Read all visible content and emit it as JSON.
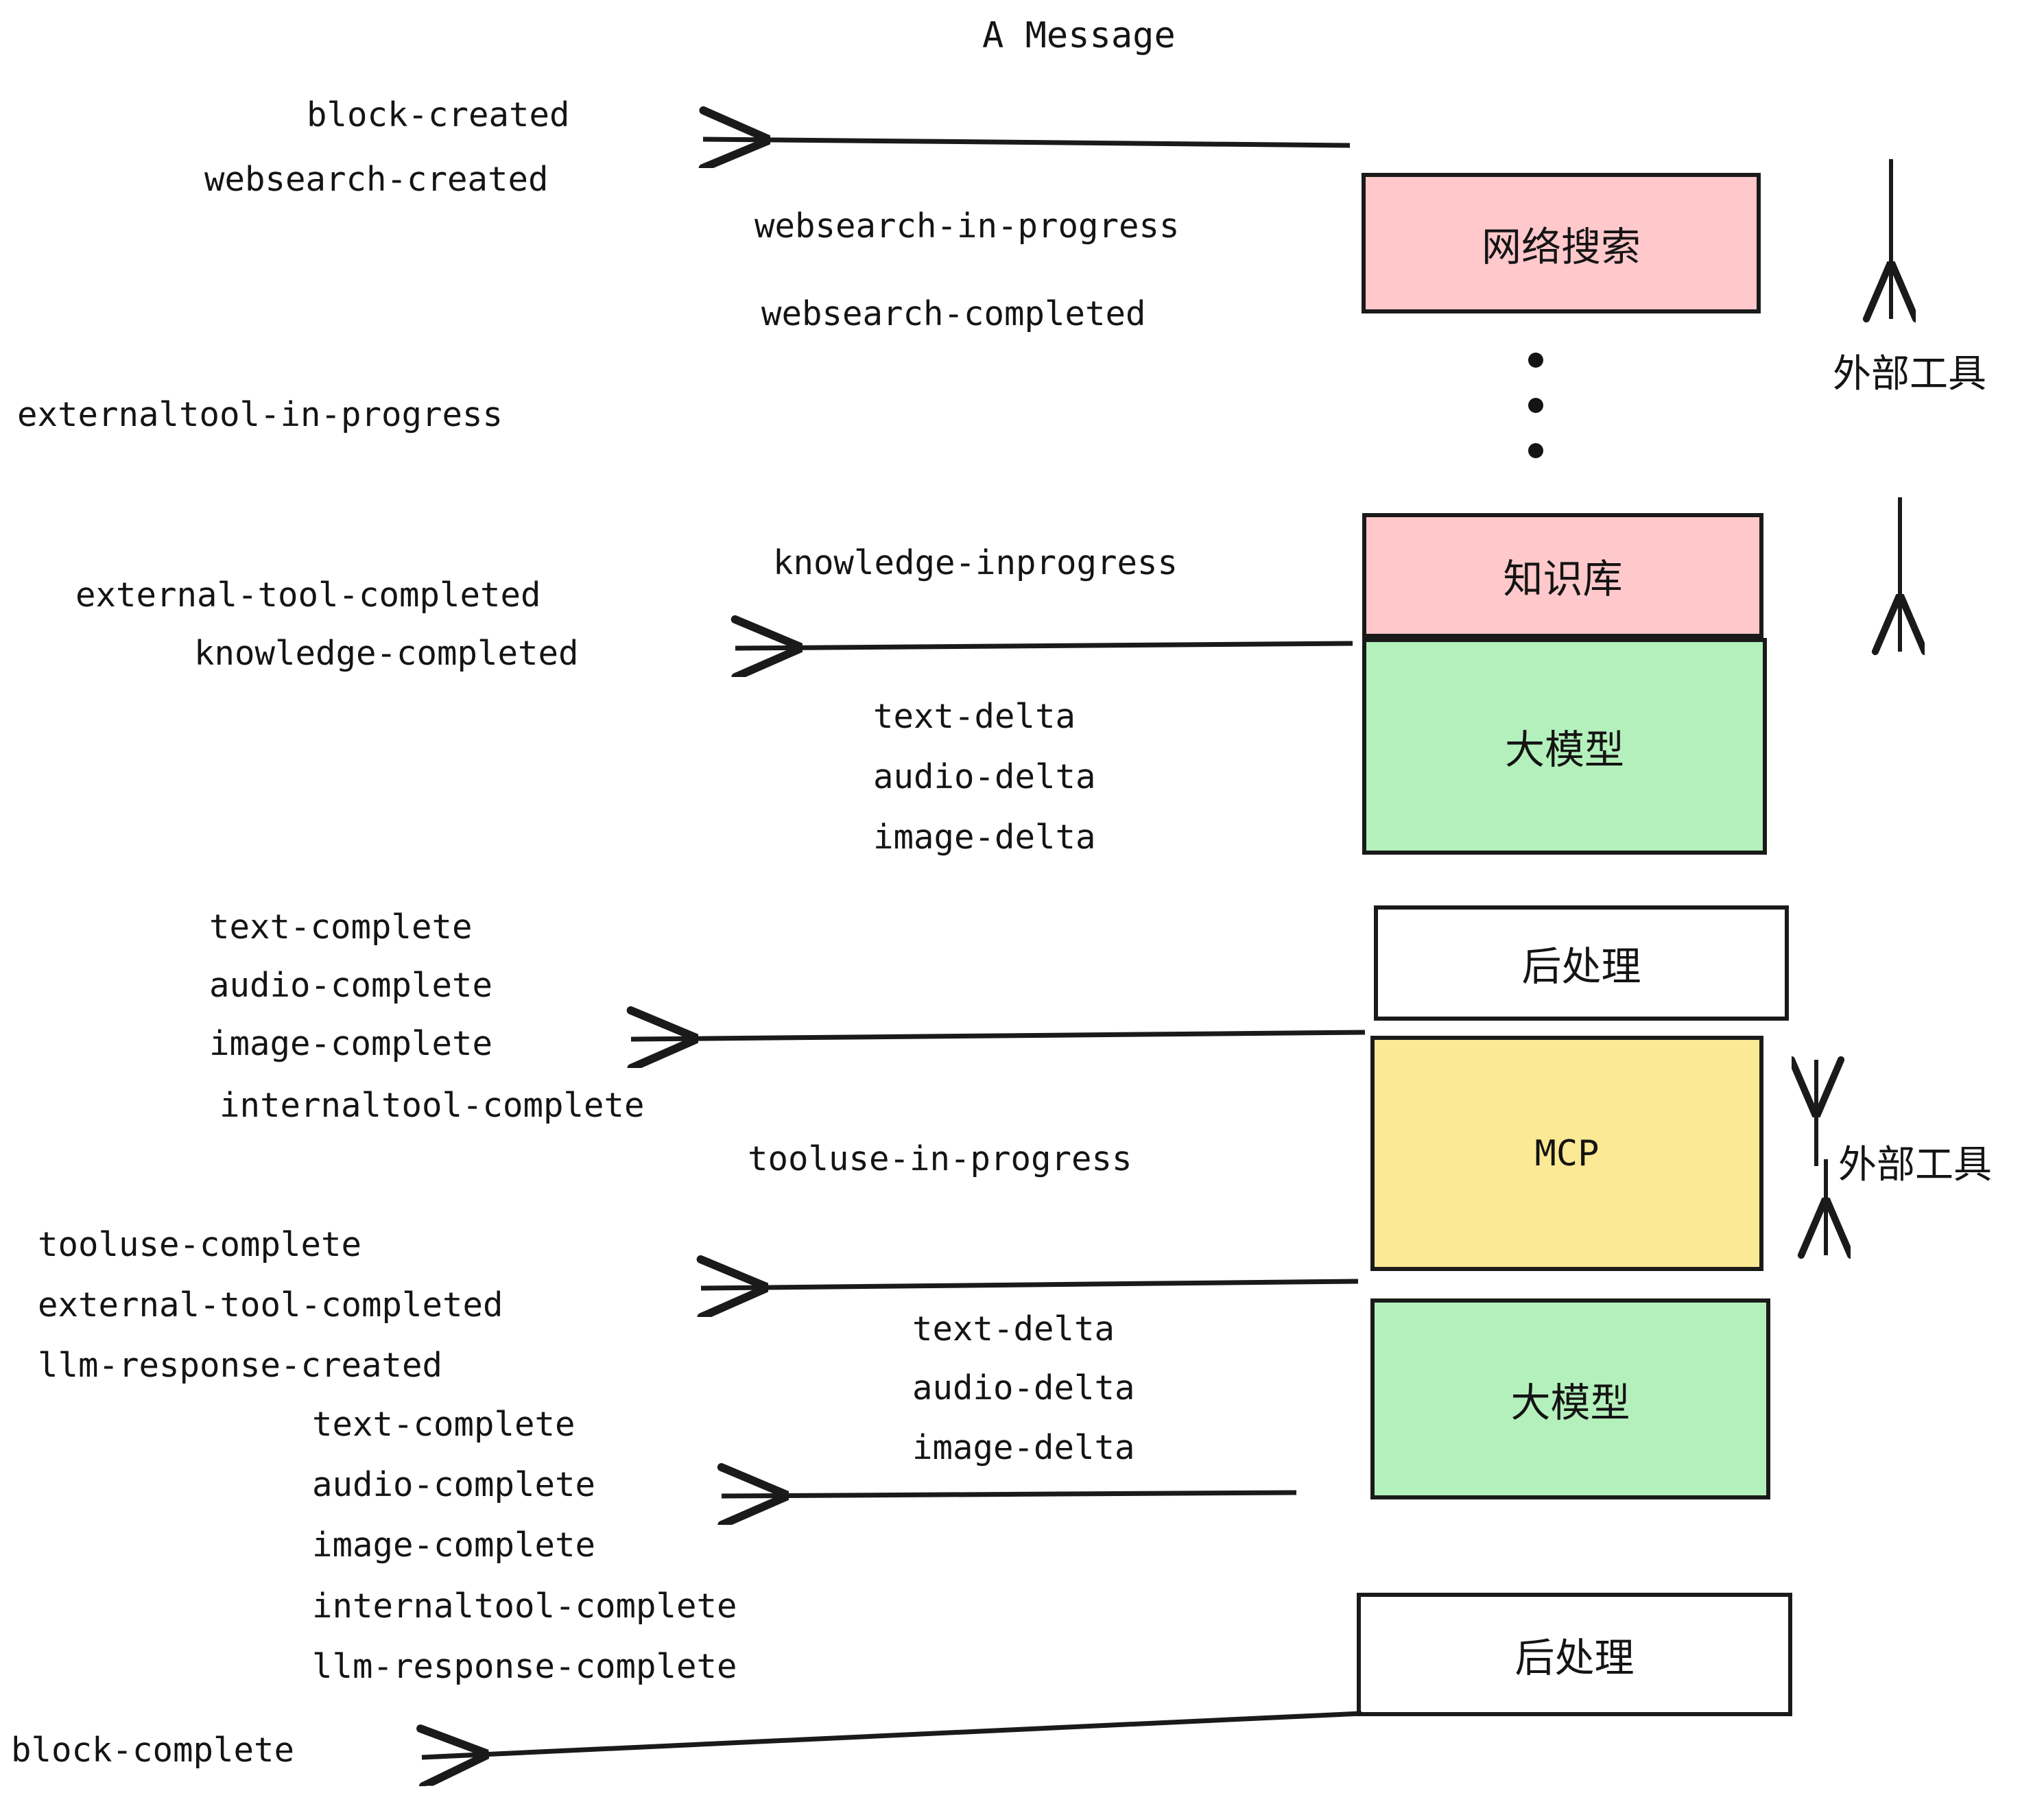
{
  "diagram": {
    "title": "A Message",
    "colors": {
      "pink": "#ffc8cb",
      "green": "#b4f0bb",
      "yellow": "#fce995",
      "white": "#ffffff",
      "stroke": "#1a1a1a",
      "text": "#141414"
    },
    "nodes": [
      {
        "label": "网络搜索",
        "fill": "#ffc8cb"
      },
      {
        "label": "知识库",
        "fill": "#ffc8cb"
      },
      {
        "label": "大模型",
        "fill": "#b4f0bb"
      },
      {
        "label": "后处理",
        "fill": "#ffffff"
      },
      {
        "label": "MCP",
        "fill": "#fce995"
      },
      {
        "label": "大模型",
        "fill": "#b4f0bb"
      },
      {
        "label": "后处理",
        "fill": "#ffffff"
      }
    ],
    "side_labels": [
      {
        "text": "外部工具"
      },
      {
        "text": "外部工具"
      }
    ],
    "events": [
      {
        "text": "block-created"
      },
      {
        "text": "websearch-created"
      },
      {
        "text": "websearch-in-progress"
      },
      {
        "text": "websearch-completed"
      },
      {
        "text": "externaltool-in-progress"
      },
      {
        "text": "knowledge-inprogress"
      },
      {
        "text": "external-tool-completed"
      },
      {
        "text": "knowledge-completed"
      },
      {
        "text": "text-delta"
      },
      {
        "text": "audio-delta"
      },
      {
        "text": "image-delta"
      },
      {
        "text": "text-complete"
      },
      {
        "text": "audio-complete"
      },
      {
        "text": "image-complete"
      },
      {
        "text": "internaltool-complete"
      },
      {
        "text": "tooluse-in-progress"
      },
      {
        "text": "tooluse-complete"
      },
      {
        "text": "external-tool-completed"
      },
      {
        "text": "llm-response-created"
      },
      {
        "text": "text-complete"
      },
      {
        "text": "audio-complete"
      },
      {
        "text": "image-complete"
      },
      {
        "text": "internaltool-complete"
      },
      {
        "text": "llm-response-complete"
      },
      {
        "text": "block-complete"
      },
      {
        "text": "text-delta"
      },
      {
        "text": "audio-delta"
      },
      {
        "text": "image-delta"
      }
    ]
  }
}
